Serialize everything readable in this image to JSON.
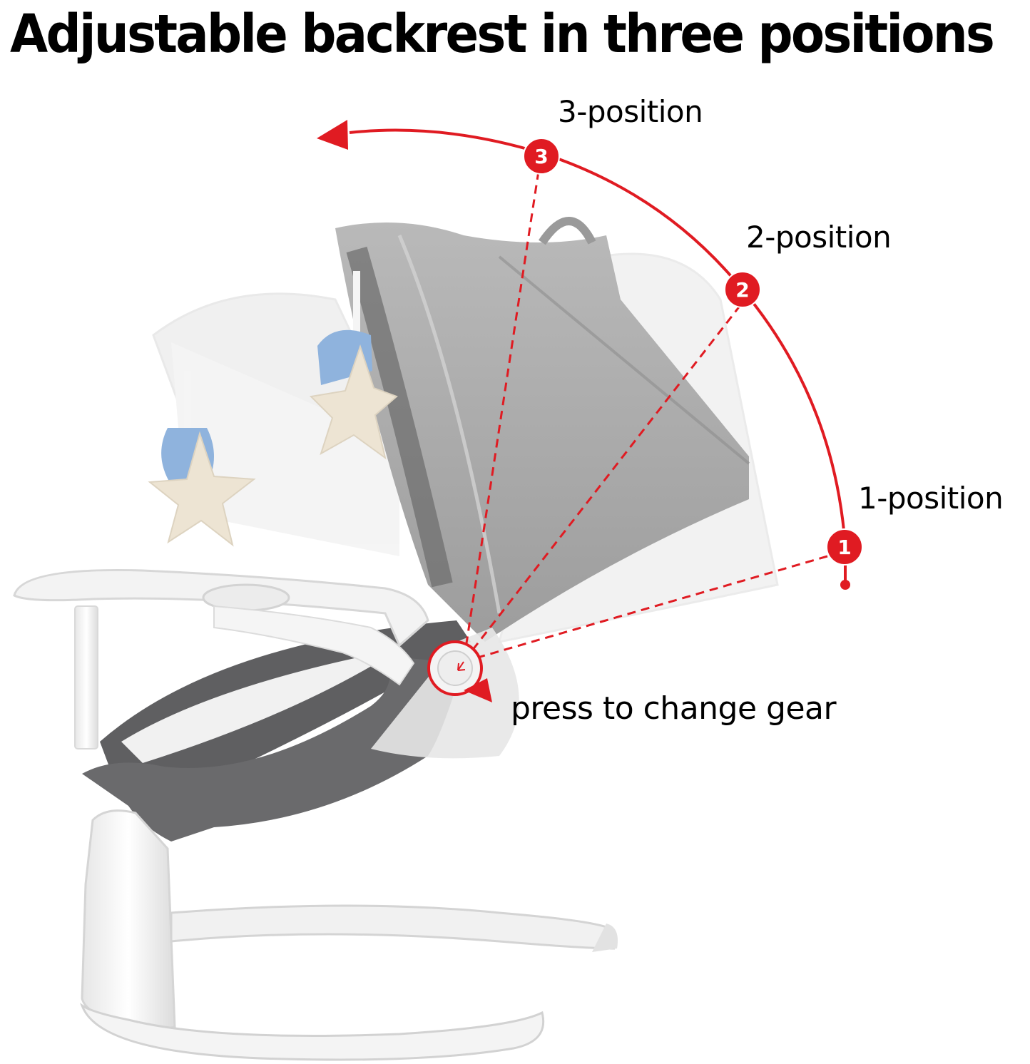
{
  "title": "Adjustable backrest in three positions",
  "positions": [
    {
      "number": "1",
      "label": "1-position"
    },
    {
      "number": "2",
      "label": "2-position"
    },
    {
      "number": "3",
      "label": "3-position"
    }
  ],
  "button_callout": "press to change gear",
  "icons": {
    "direction_arrow": "arrow-left-icon",
    "pivot_button": "circle-button-icon"
  },
  "colors": {
    "accent_red": "#e01b22",
    "text": "#000000",
    "fabric_dark": "#5e5e60",
    "fabric_light": "#c9c9c9",
    "frame": "#f2f2f2",
    "background": "#ffffff"
  }
}
